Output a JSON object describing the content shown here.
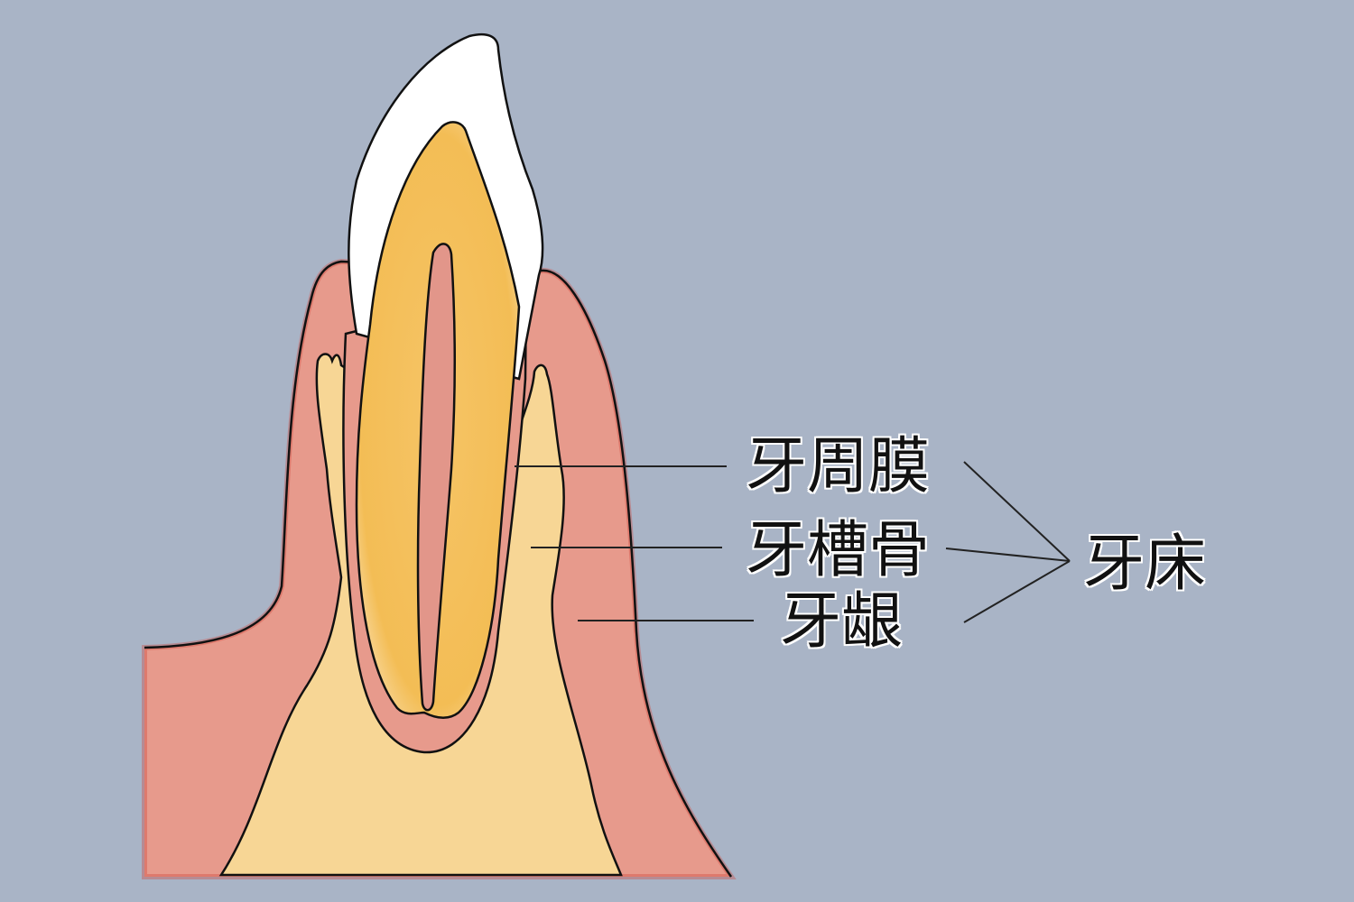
{
  "labels": {
    "periodontal_membrane": "牙周膜",
    "alveolar_bone": "牙槽骨",
    "gingiva": "牙龈",
    "gum_bed": "牙床"
  },
  "colors": {
    "background": "#a9b4c6",
    "gum": "#e79a8c",
    "gum_edge": "#d9443a",
    "bone": "#f7d695",
    "dentin": "#f4bf57",
    "enamel": "#ffffff",
    "pulp": "#e2968a"
  }
}
